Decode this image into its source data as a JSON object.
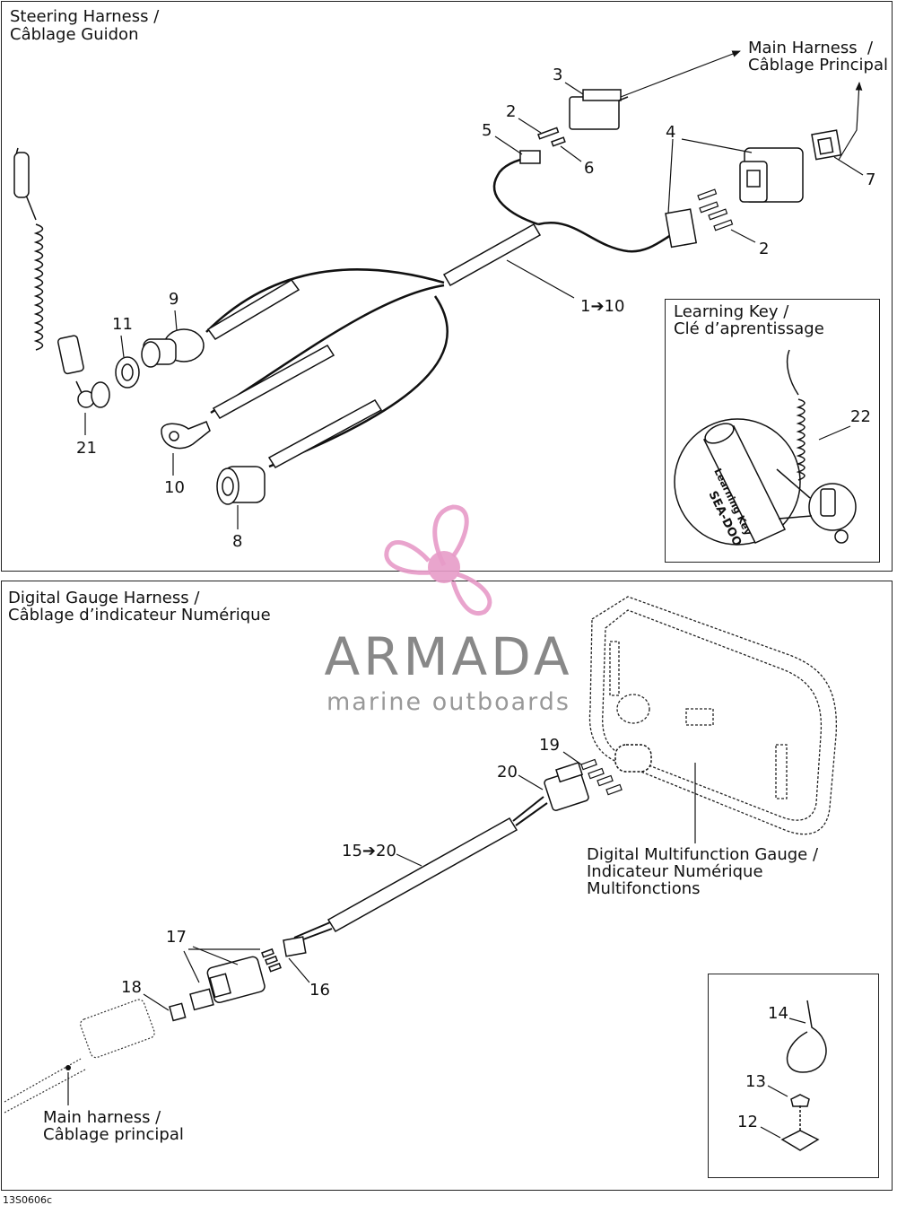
{
  "panels": {
    "steering": {
      "title_line1": "Steering Harness /",
      "title_line2": "Câblage Guidon"
    },
    "learning_key": {
      "title_line1": "Learning Key /",
      "title_line2": "Clé d’aprentissage",
      "tag_brand": "SEA-DOO",
      "tag_text": "Learning Key"
    },
    "digital_gauge": {
      "title_line1": "Digital Gauge Harness /",
      "title_line2": "Câblage d’indicateur Numérique"
    }
  },
  "labels": {
    "main_harness_line1": "Main Harness  /",
    "main_harness_line2": "Câblage Principal",
    "gauge_line1": "Digital Multifunction Gauge /",
    "gauge_line2": "Indicateur Numérique",
    "gauge_line3": "Multifonctions",
    "main_harness_lower_line1": "Main harness /",
    "main_harness_lower_line2": "Câblage principal"
  },
  "callouts": {
    "c1_10": "1➔10",
    "c2a": "2",
    "c2b": "2",
    "c3": "3",
    "c4": "4",
    "c5": "5",
    "c6": "6",
    "c7": "7",
    "c8": "8",
    "c9": "9",
    "c10": "10",
    "c11": "11",
    "c12": "12",
    "c13": "13",
    "c14": "14",
    "c15_20": "15➔20",
    "c16": "16",
    "c17": "17",
    "c18": "18",
    "c19": "19",
    "c20": "20",
    "c21": "21",
    "c22": "22"
  },
  "watermark": {
    "brand": "ARMADA",
    "tagline": "marine outboards",
    "color": "#e79bc8",
    "text_color": "#888888"
  },
  "reference_code": "13S0606c"
}
